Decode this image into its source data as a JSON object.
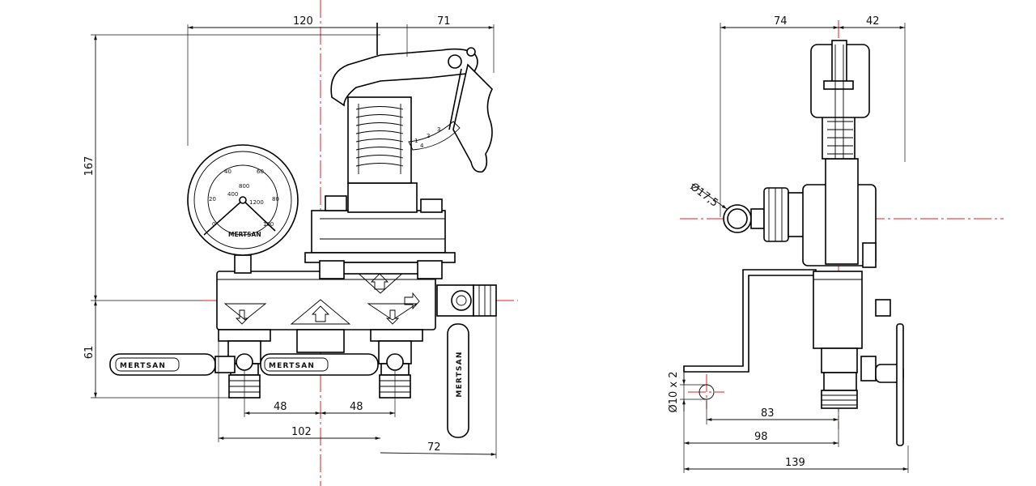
{
  "front_view": {
    "dims": {
      "top_width": "120",
      "top_right": "71",
      "height_upper": "167",
      "height_lower": "61",
      "spacing_left": "48",
      "spacing_right": "48",
      "outlets_width": "102",
      "handle_right": "72"
    },
    "handle_brand_left": "MERTSAN",
    "handle_brand_mid": "MERTSAN",
    "handle_brand_vertical": "MERTSAN",
    "gauge": {
      "brand": "MERTSAN",
      "ticks_outer": [
        "0",
        "20",
        "40",
        "60",
        "80",
        "100"
      ],
      "ticks_inner": [
        "400",
        "800",
        "1200"
      ]
    },
    "selector_numbers": [
      "1",
      "2",
      "3",
      "4"
    ]
  },
  "side_view": {
    "dims": {
      "top_left": "74",
      "top_right": "42",
      "inlet_diameter": "Ø17,5",
      "mount_holes": "Ø10 x 2",
      "d83": "83",
      "d98": "98",
      "d139": "139"
    }
  }
}
